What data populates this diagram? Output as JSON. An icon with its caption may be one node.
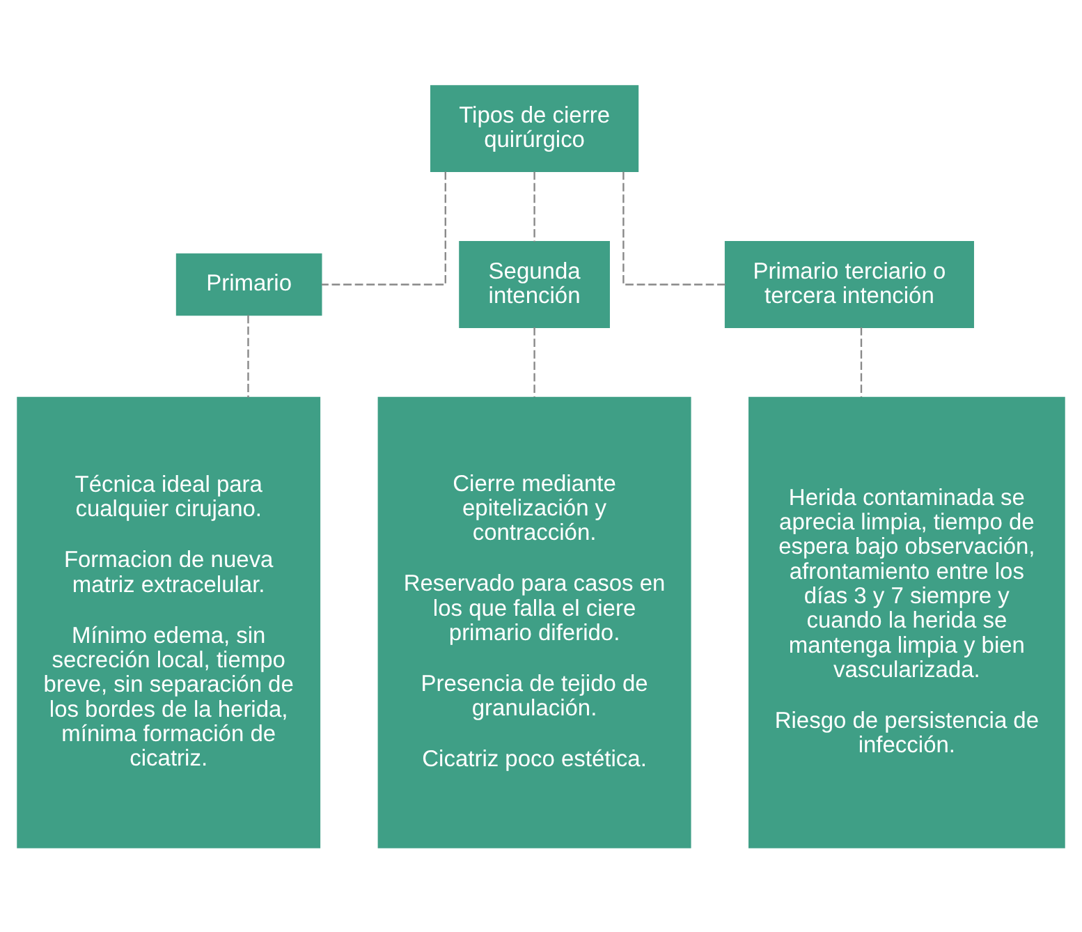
{
  "diagram": {
    "nodes": [
      {
        "text": [
          "Tipos de cierre quirúrgico"
        ]
      },
      {
        "text": [
          "Primario"
        ]
      },
      {
        "text": [
          "Segunda intención"
        ]
      },
      {
        "text": [
          "Primario terciario o tercera intención"
        ]
      },
      {
        "text": [
          "Técnica ideal para cualquier cirujano.",
          "Formacion de nueva matriz extracelular.",
          "Mínimo edema, sin secreción local, tiempo breve, sin separación de los bordes de la herida, mínima formación de cicatriz."
        ]
      },
      {
        "text": [
          "Cierre mediante epitelización y contracción.",
          "Reservado para casos en los que falla el ciere primario diferido.",
          "Presencia de tejido de granulación.",
          "Cicatriz poco estética."
        ]
      },
      {
        "text": [
          "Herida contaminada se aprecia limpia, tiempo de espera bajo observación, afrontamiento entre los días 3 y 7 siempre y cuando la herida se mantenga limpia y bien vascularizada.",
          "Riesgo de persistencia de infección."
        ]
      }
    ],
    "edges": [
      {
        "from": 0,
        "to": 1,
        "arrow": "none",
        "style": "dashed"
      },
      {
        "from": 0,
        "to": 2,
        "arrow": "none",
        "style": "dashed"
      },
      {
        "from": 0,
        "to": 3,
        "arrow": "none",
        "style": "dashed"
      },
      {
        "from": 1,
        "to": 4,
        "arrow": "none",
        "style": "dashed"
      },
      {
        "from": 2,
        "to": 5,
        "arrow": "none",
        "style": "dashed"
      },
      {
        "from": 3,
        "to": 6,
        "arrow": "none",
        "style": "dashed"
      }
    ]
  }
}
